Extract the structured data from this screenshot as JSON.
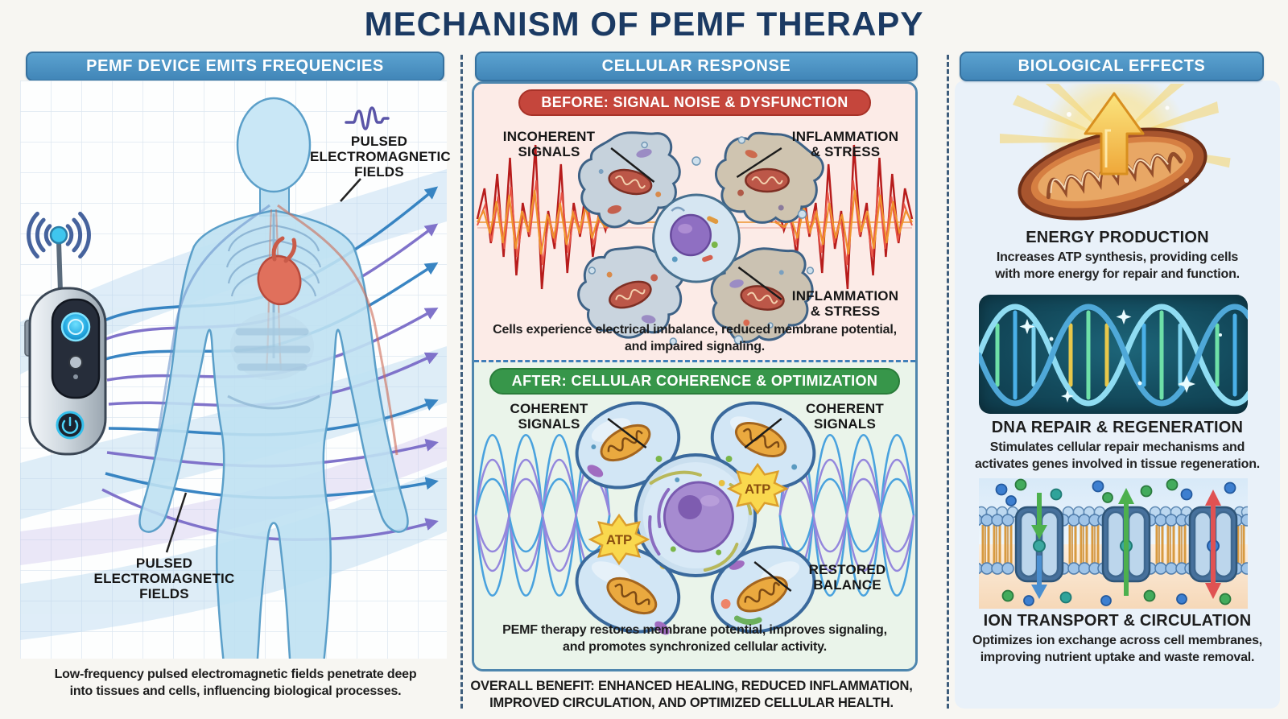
{
  "title": "MECHANISM OF PEMF THERAPY",
  "left_panel": {
    "header": "PEMF DEVICE EMITS FREQUENCIES",
    "field_label": "PULSED\nELECTROMAGNETIC\nFIELDS",
    "caption": "Low-frequency pulsed electromagnetic fields penetrate deep\ninto tissues and cells, influencing biological processes."
  },
  "middle_panel": {
    "header": "CELLULAR RESPONSE",
    "before": {
      "badge": "BEFORE: SIGNAL NOISE & DYSFUNCTION",
      "incoherent_label": "INCOHERENT\nSIGNALS",
      "inflammation_label": "INFLAMMATION\n& STRESS",
      "caption": "Cells experience electrical imbalance, reduced membrane potential,\nand impaired signaling."
    },
    "after": {
      "badge": "AFTER: CELLULAR COHERENCE & OPTIMIZATION",
      "coherent_label": "COHERENT\nSIGNALS",
      "restored_label": "RESTORED\nBALANCE",
      "atp_label": "ATP",
      "caption": "PEMF therapy restores membrane potential, improves signaling,\nand promotes synchronized cellular activity."
    },
    "overall_benefit": "OVERALL BENEFIT: ENHANCED HEALING, REDUCED INFLAMMATION,\nIMPROVED CIRCULATION, AND OPTIMIZED CELLULAR HEALTH."
  },
  "right_panel": {
    "header": "BIOLOGICAL EFFECTS",
    "sections": [
      {
        "title": "ENERGY PRODUCTION",
        "description": "Increases ATP synthesis, providing cells\nwith more energy for repair and function."
      },
      {
        "title": "DNA REPAIR & REGENERATION",
        "description": "Stimulates cellular repair mechanisms and\nactivates genes involved in tissue regeneration."
      },
      {
        "title": "ION TRANSPORT & CIRCULATION",
        "description": "Optimizes ion exchange across cell membranes,\nimproving nutrient uptake and waste removal."
      }
    ]
  },
  "colors": {
    "title_navy": "#1b3a63",
    "header_blue": "#4a94c6",
    "before_red": "#c5463c",
    "before_bg": "#fcebe7",
    "after_green": "#37964a",
    "after_bg": "#eaf4ea",
    "right_bg": "#e9f1f9",
    "wave_blue": "#3f97d2",
    "wave_purple": "#8c7ed6",
    "noise_red": "#b71c1c",
    "noise_orange": "#f0932e"
  }
}
